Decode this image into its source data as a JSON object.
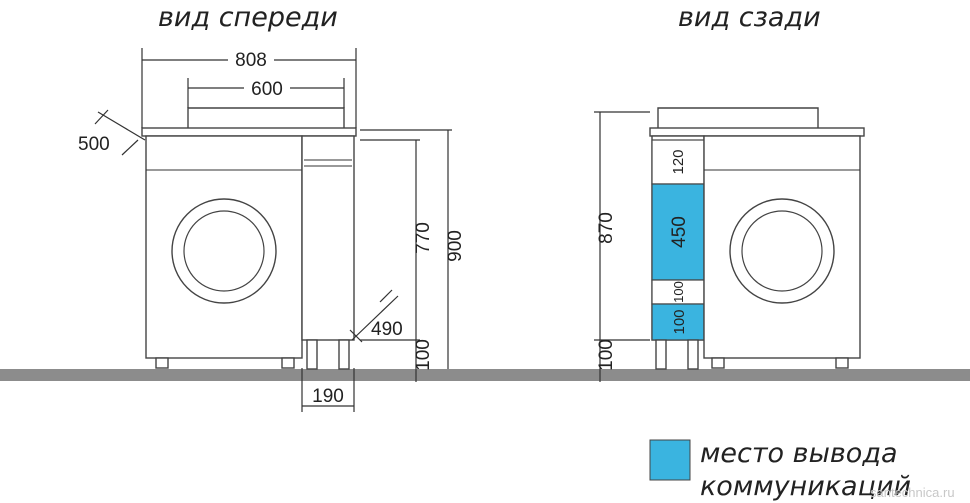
{
  "views": {
    "front_title": "вид спереди",
    "back_title": "вид сзади"
  },
  "front_dims": {
    "width_total": "808",
    "width_sink": "600",
    "depth": "500",
    "height_cabinet": "770",
    "height_total": "900",
    "depth_cabinet": "490",
    "legs": "100",
    "cabinet_width": "190"
  },
  "back_dims": {
    "height": "870",
    "legs": "100",
    "segments": [
      "120",
      "450",
      "100",
      "100"
    ]
  },
  "legend": {
    "line1": "место вывода",
    "line2": "коммуникаций",
    "color": "#3ab4e0"
  },
  "floor_color": "#8c8c8c",
  "watermark": "santechnica.ru"
}
